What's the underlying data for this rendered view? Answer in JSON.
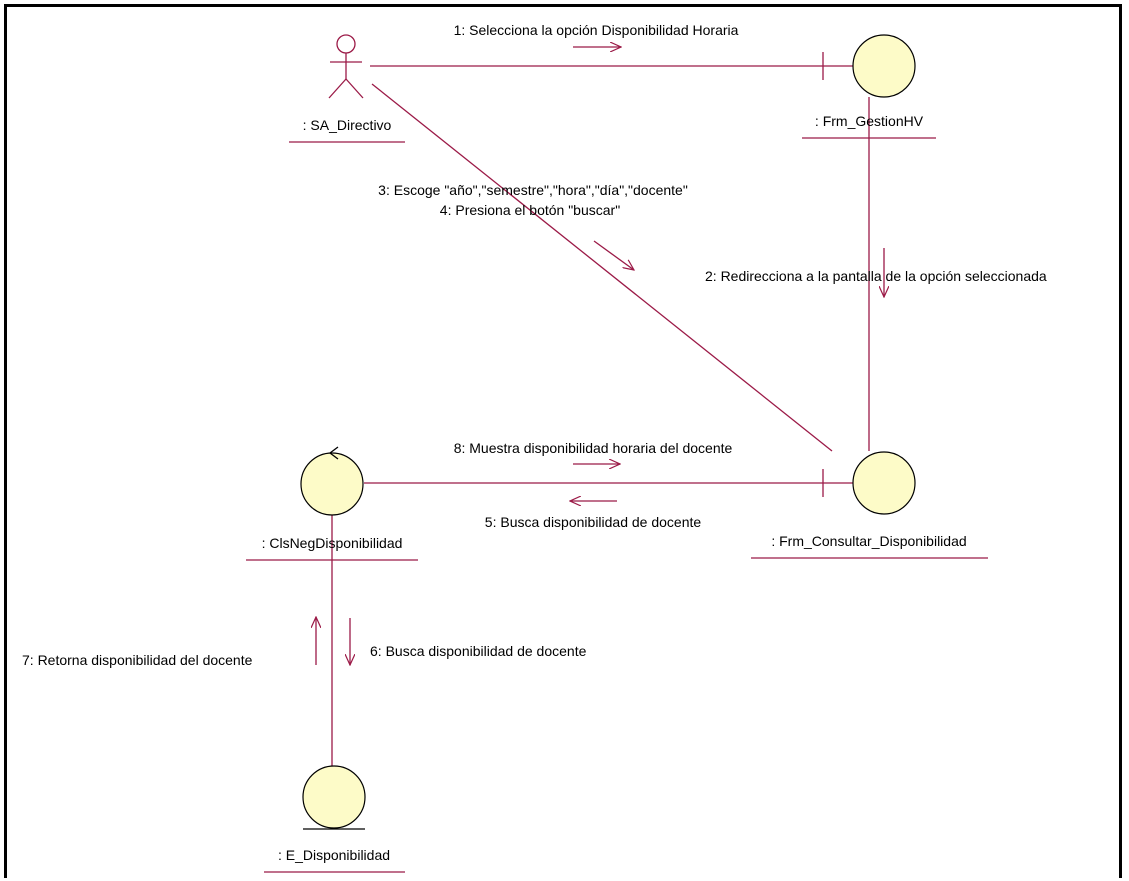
{
  "diagram": {
    "colors": {
      "line": "#9b1a47",
      "fill": "#fdfbc8",
      "stroke": "#000000",
      "text": "#000000",
      "frame": "#000000"
    },
    "nodes": {
      "actor": {
        "label": ": SA_Directivo",
        "kind": "actor"
      },
      "gestion": {
        "label": ": Frm_GestionHV",
        "kind": "boundary"
      },
      "consultar": {
        "label": ": Frm_Consultar_Disponibilidad",
        "kind": "boundary"
      },
      "control": {
        "label": ": ClsNegDisponibilidad",
        "kind": "control"
      },
      "entity": {
        "label": ": E_Disponibilidad",
        "kind": "entity"
      }
    },
    "messages": {
      "m1": "1: Selecciona la opción Disponibilidad Horaria",
      "m2": "2: Redirecciona a la pantalla de la opción seleccionada",
      "m3": "3: Escoge \"año\",\"semestre\",\"hora\",\"día\",\"docente\"",
      "m4": "4: Presiona el botón \"buscar\"",
      "m5": "5: Busca disponibilidad de docente",
      "m6": "6: Busca disponibilidad de docente",
      "m7": "7: Retorna disponibilidad del docente",
      "m8": "8: Muestra disponibilidad horaria del docente"
    }
  }
}
